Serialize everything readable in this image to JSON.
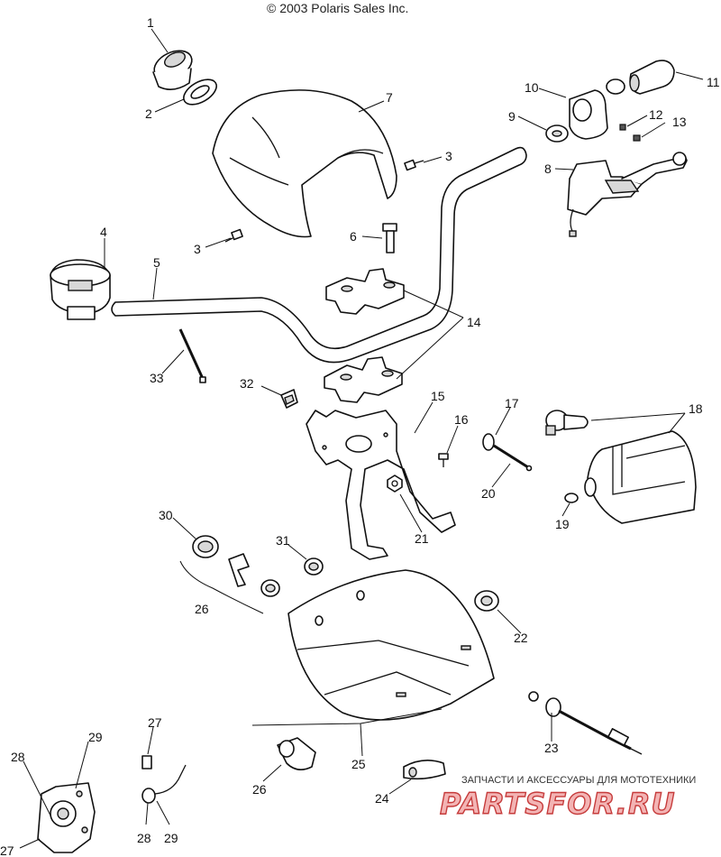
{
  "copyright": "© 2003 Polaris Sales Inc.",
  "watermark": {
    "tagline": "ЗАПЧАСТИ И АКСЕССУАРЫ ДЛЯ МОТОТЕХНИКИ",
    "logo": "PARTSFOR.RU"
  },
  "callouts": [
    "1",
    "2",
    "3",
    "3",
    "4",
    "5",
    "6",
    "7",
    "8",
    "9",
    "10",
    "11",
    "12",
    "13",
    "14",
    "15",
    "16",
    "17",
    "18",
    "19",
    "20",
    "21",
    "22",
    "23",
    "24",
    "25",
    "26",
    "26",
    "27",
    "27",
    "28",
    "28",
    "29",
    "29",
    "30",
    "31",
    "32",
    "33"
  ]
}
